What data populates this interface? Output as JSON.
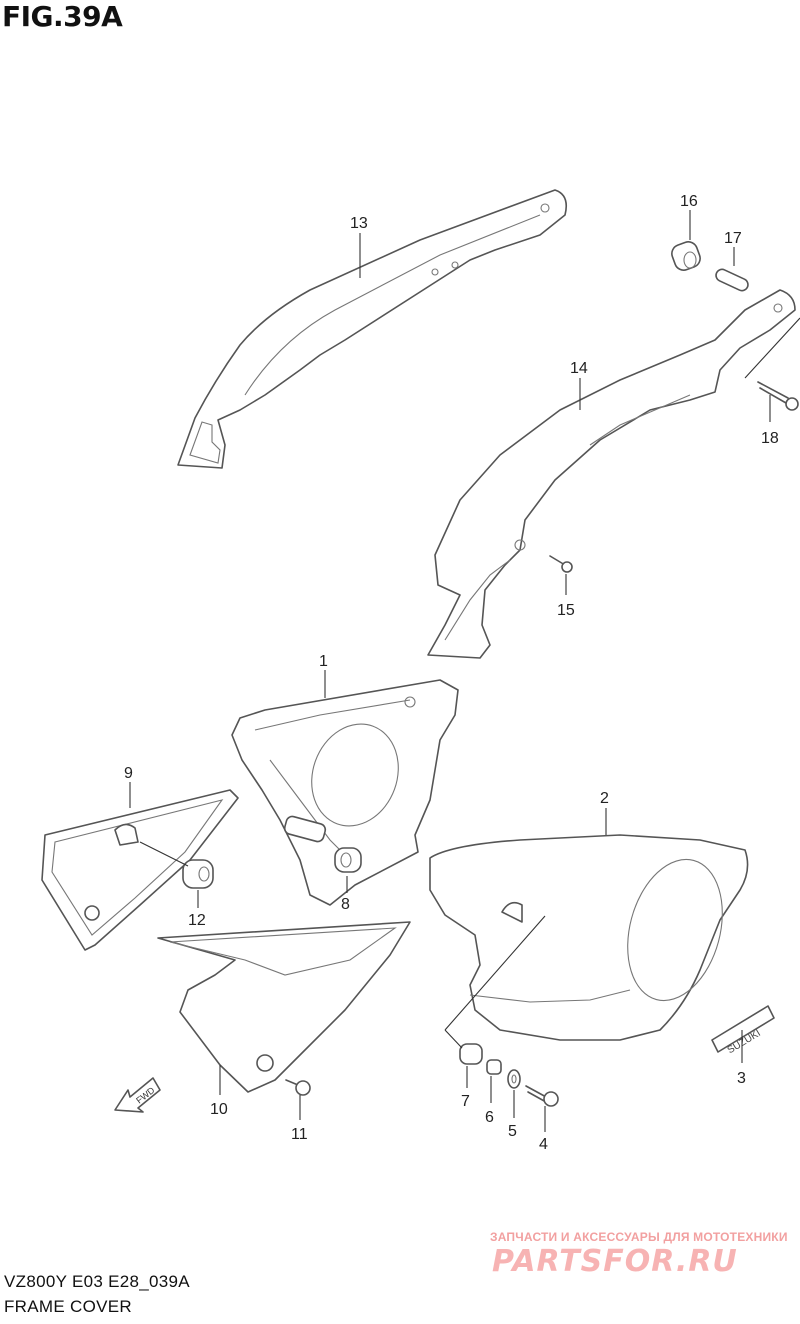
{
  "figure": {
    "title": "FIG.39A",
    "model_code": "VZ800Y E03 E28_039A",
    "section_name": "FRAME COVER"
  },
  "callouts": [
    {
      "id": "1",
      "label": "1"
    },
    {
      "id": "2",
      "label": "2"
    },
    {
      "id": "3",
      "label": "3"
    },
    {
      "id": "4",
      "label": "4"
    },
    {
      "id": "5",
      "label": "5"
    },
    {
      "id": "6",
      "label": "6"
    },
    {
      "id": "7",
      "label": "7"
    },
    {
      "id": "8",
      "label": "8"
    },
    {
      "id": "9",
      "label": "9"
    },
    {
      "id": "10",
      "label": "10"
    },
    {
      "id": "11",
      "label": "11"
    },
    {
      "id": "12",
      "label": "12"
    },
    {
      "id": "13",
      "label": "13"
    },
    {
      "id": "14",
      "label": "14"
    },
    {
      "id": "15",
      "label": "15"
    },
    {
      "id": "16",
      "label": "16"
    },
    {
      "id": "17",
      "label": "17"
    },
    {
      "id": "18",
      "label": "18"
    }
  ],
  "emblem_text": "SUZUKI",
  "fwd_arrow_text": "FWD",
  "watermark": {
    "subtitle": "ЗАПЧАСТИ И АКСЕССУАРЫ ДЛЯ МОТОТЕХНИКИ",
    "logo": "PARTSFOR.RU"
  }
}
